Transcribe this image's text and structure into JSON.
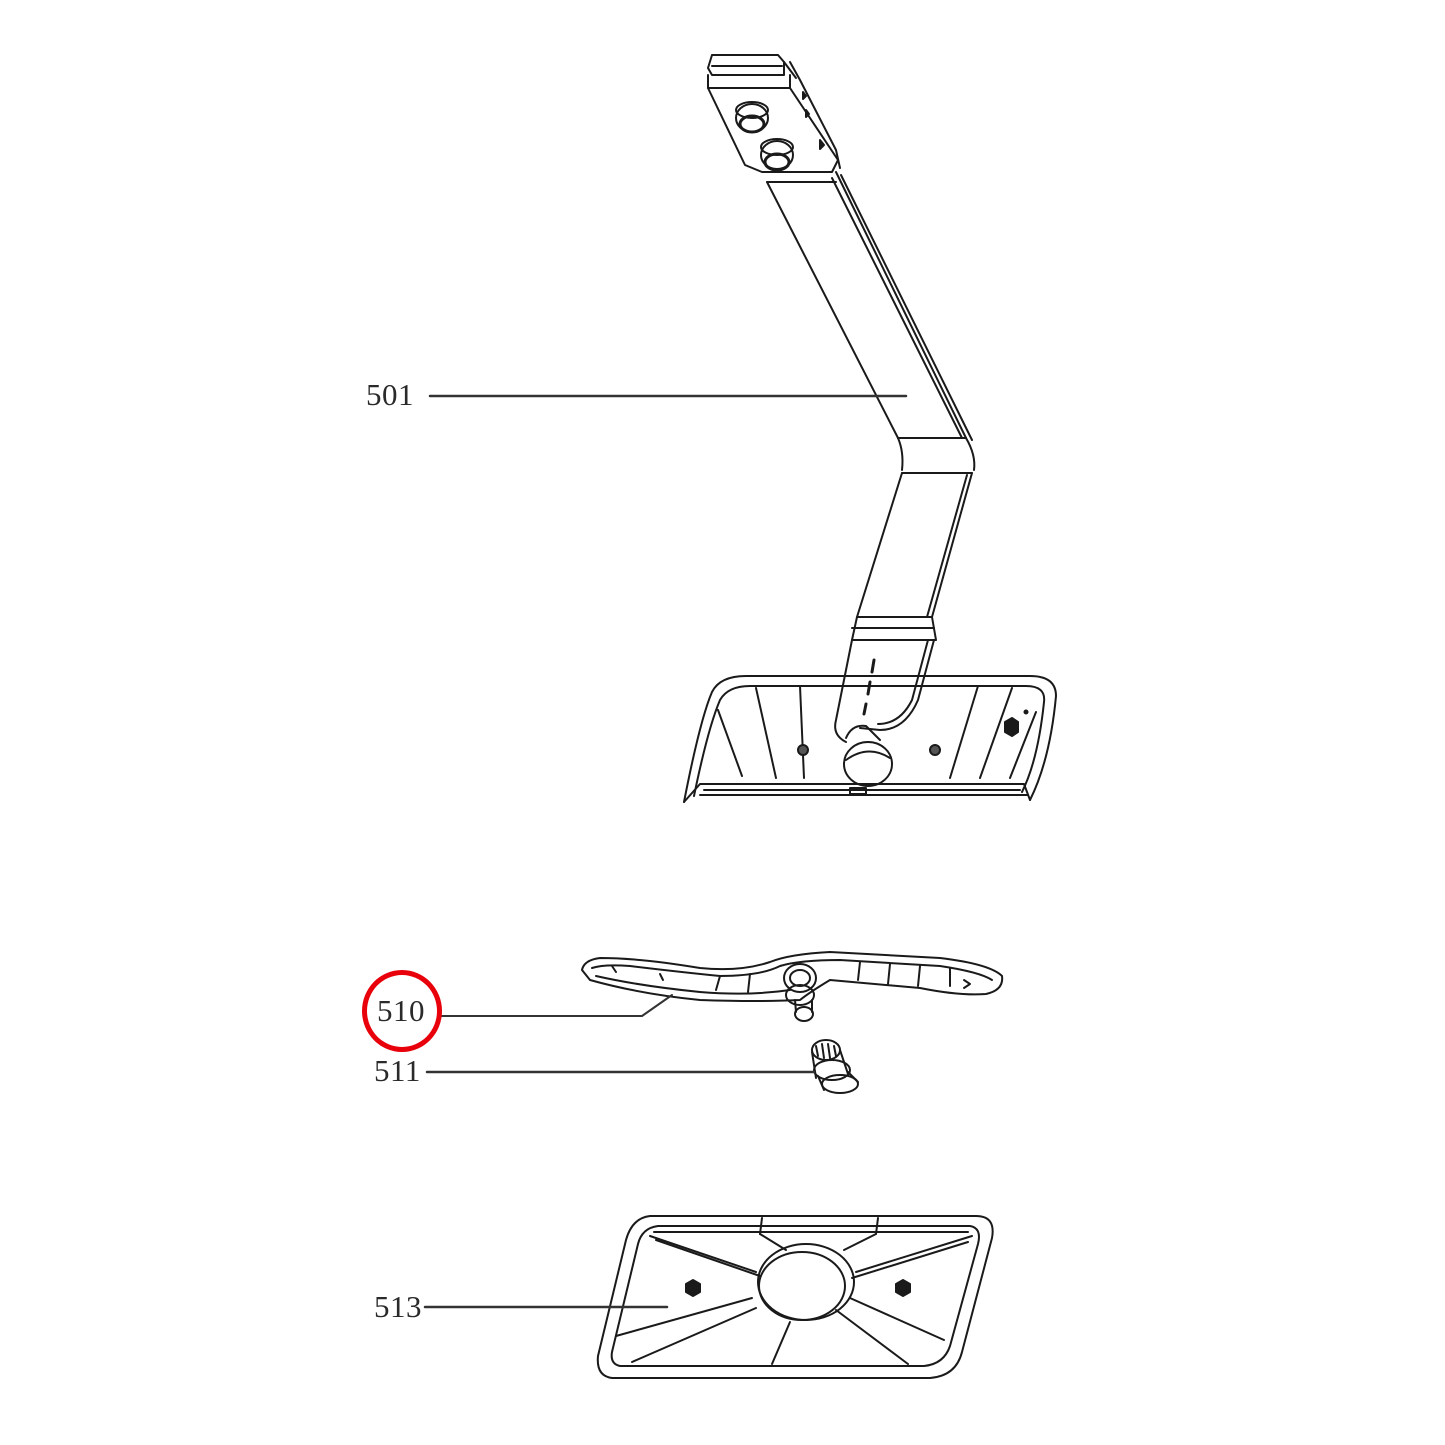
{
  "diagram": {
    "type": "exploded-parts-diagram",
    "background": "#ffffff",
    "line_color": "#1a1a1a",
    "highlight_color": "#e8000b",
    "parts": [
      {
        "id": "501",
        "label": "501",
        "description": "spray arm supply pipe with conduit and manifold base"
      },
      {
        "id": "510",
        "label": "510",
        "description": "spray arm",
        "highlighted": true
      },
      {
        "id": "511",
        "label": "511",
        "description": "spray arm nut / connector"
      },
      {
        "id": "513",
        "label": "513",
        "description": "spray arm bracket / base plate"
      }
    ],
    "highlighted_part": "510"
  }
}
